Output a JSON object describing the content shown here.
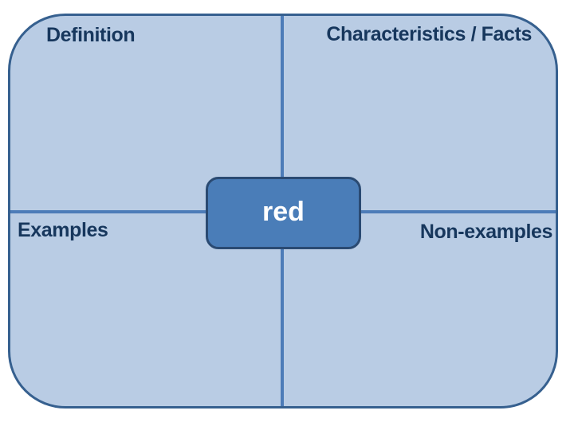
{
  "diagram": {
    "type": "frayer-model",
    "center_term": "red",
    "quadrants": [
      {
        "id": "definition",
        "label": "Definition",
        "position": "top-left",
        "content": ""
      },
      {
        "id": "characteristics",
        "label": "Characteristics / Facts",
        "position": "top-right",
        "content": ""
      },
      {
        "id": "examples",
        "label": "Examples",
        "position": "bottom-left",
        "content": ""
      },
      {
        "id": "non_examples",
        "label": "Non-examples",
        "position": "bottom-right",
        "content": ""
      }
    ],
    "colors": {
      "page_background": "#ffffff",
      "quadrant_fill": "#b9cce4",
      "divider": "#4d7cb8",
      "outer_border": "#36608f",
      "label_text": "#17375d",
      "center_box_fill": "#4a7db8",
      "center_box_border": "#2a4a72",
      "center_box_text": "#ffffff"
    }
  }
}
